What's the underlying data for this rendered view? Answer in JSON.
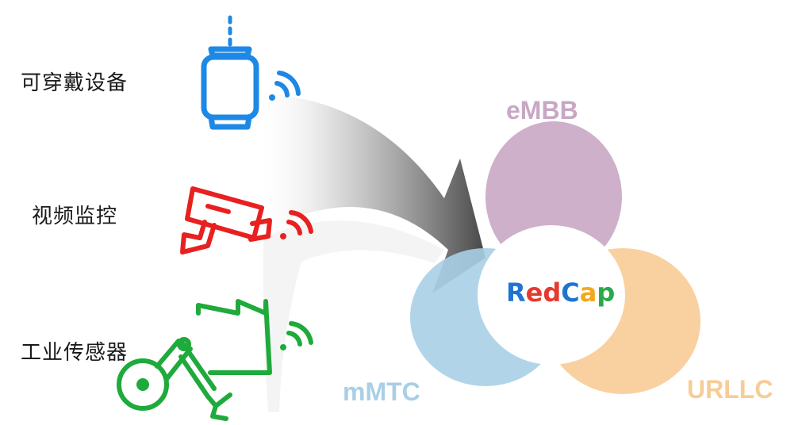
{
  "devices": {
    "wearable": {
      "label": "可穿戴设备",
      "icon": "smartwatch-icon",
      "color": "#1e88e5"
    },
    "surveillance": {
      "label": "视频监控",
      "icon": "security-camera-icon",
      "color": "#e82020"
    },
    "industrial_sensor": {
      "label": "工业传感器",
      "icon": "factory-robot-arm-icon",
      "color": "#1faa3c"
    }
  },
  "venn": {
    "top": {
      "label": "eMBB",
      "color": "#c9a7c4"
    },
    "left": {
      "label": "mMTC",
      "color": "#a9cfe6"
    },
    "right": {
      "label": "URLLC",
      "color": "#f8cc96"
    }
  },
  "center": {
    "letters": [
      {
        "text": "R",
        "color": "#1e74d2"
      },
      {
        "text": "e",
        "color": "#e53a2f"
      },
      {
        "text": "d",
        "color": "#e53a2f"
      },
      {
        "text": "C",
        "color": "#1e74d2"
      },
      {
        "text": "a",
        "color": "#f2a91d"
      },
      {
        "text": "p",
        "color": "#2aa84a"
      }
    ]
  }
}
